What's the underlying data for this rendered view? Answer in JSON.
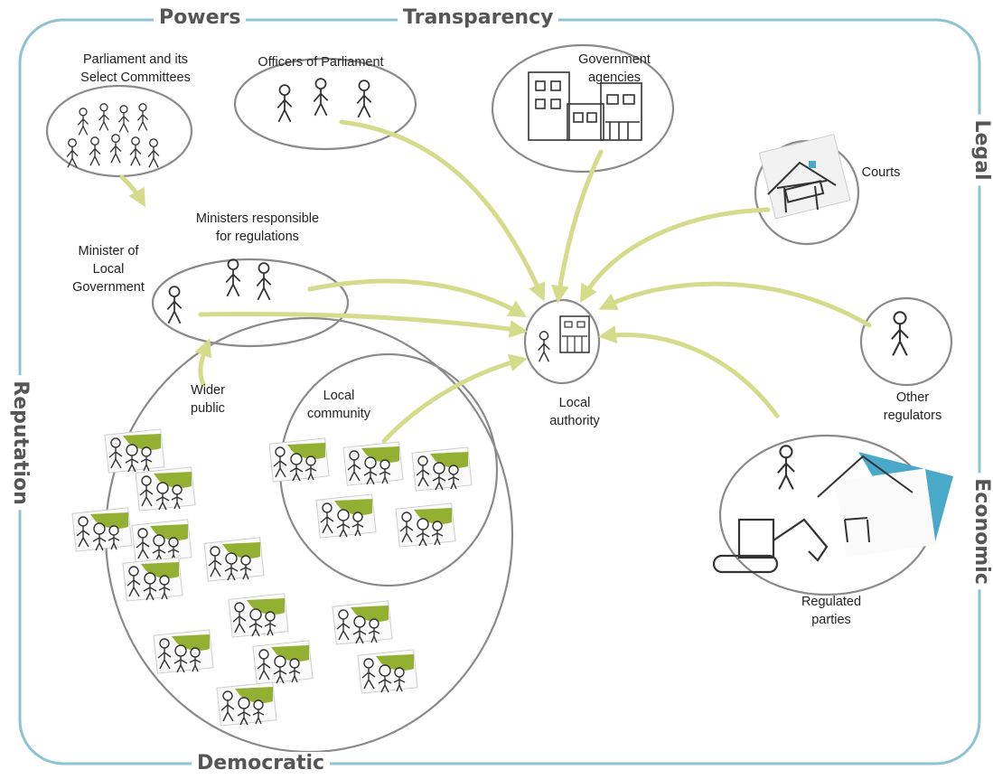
{
  "frame_labels": {
    "powers": "Powers",
    "transparency": "Transparency",
    "legal": "Legal",
    "economic": "Economic",
    "democratic": "Democratic",
    "reputation": "Reputation"
  },
  "nodes": {
    "parliament": "Parliament and its\nSelect Committees",
    "officers": "Officers of Parliament",
    "agencies": "Government\nagencies",
    "courts": "Courts",
    "ministers": "Ministers responsible\nfor regulations",
    "minister_local": "Minister of\nLocal\nGovernment",
    "other_regulators": "Other\nregulators",
    "local_authority": "Local\nauthority",
    "wider_public": "Wider\npublic",
    "local_community": "Local\ncommunity",
    "regulated_parties": "Regulated\nparties"
  },
  "colors": {
    "frame": "#8ec3d3",
    "arrow": "#d4dc8c",
    "ellipse": "#8a8a8a",
    "card_green": "#93b033",
    "water": "#4aa9c8"
  }
}
